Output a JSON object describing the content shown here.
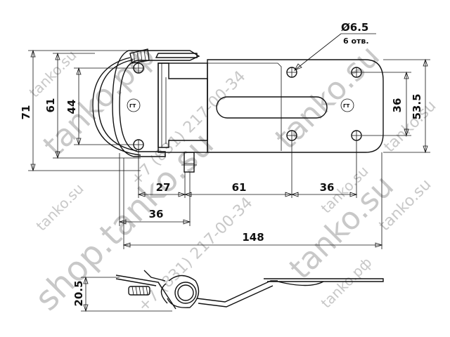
{
  "callout": {
    "diameter": "Ø6.5",
    "holes": "6 отв."
  },
  "dimensions": {
    "h71": "71",
    "h61": "61",
    "h44": "44",
    "h36": "36",
    "h53_5": "53.5",
    "w27": "27",
    "w61": "61",
    "w36": "36",
    "w36b": "36",
    "w148": "148",
    "side20_5": "20.5"
  },
  "watermarks": {
    "tanko_su": "tanko.su",
    "shop_tanko_su": "shop.tanko.su",
    "phone": "+7 (831) 217-00-34",
    "tanko_rf": "tanko.рф"
  },
  "logo_text": "ГТ"
}
